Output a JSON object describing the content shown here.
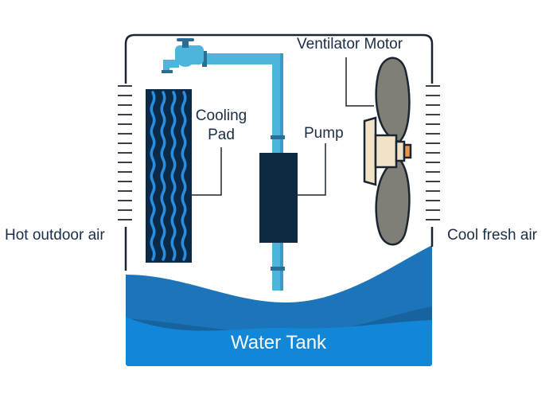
{
  "labels": {
    "ventilator_motor": "Ventilator Motor",
    "cooling_pad_line1": "Cooling",
    "cooling_pad_line2": "Pad",
    "pump": "Pump",
    "hot_outdoor_air": "Hot outdoor air",
    "cool_fresh_air": "Cool fresh air",
    "water_tank": "Water Tank"
  },
  "colors": {
    "outline": "#1b2530",
    "pipe": "#4db5db",
    "pipe_dark": "#2a6e96",
    "pump": "#0d2a42",
    "pad_dark": "#0b2a47",
    "pad_wave": "#2a8ee0",
    "water_top": "#1b75b8",
    "water_mid": "#1a5f9a",
    "water_bottom": "#1287d8",
    "fan_blade": "#7f7f77",
    "fan_hub": "#f1e3c7",
    "fan_accent": "#e9954a",
    "label_text": "#1b2e45"
  }
}
